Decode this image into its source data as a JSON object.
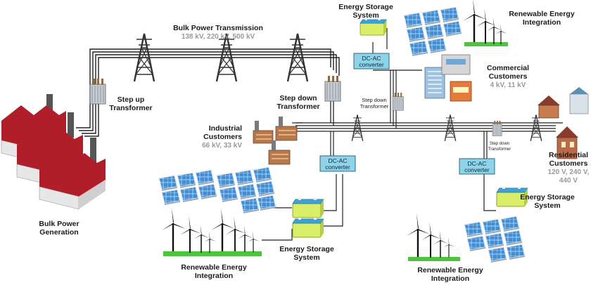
{
  "labels": {
    "bulk_power_transmission": "Bulk Power Transmission",
    "bulk_voltages": "138 kV, 220 kV, 500 kV",
    "bulk_generation_1": "Bulk Power",
    "bulk_generation_2": "Generation",
    "step_up_1": "Step up",
    "step_up_2": "Transformer",
    "step_down_1": "Step down",
    "step_down_2": "Transformer",
    "step_down_small_1": "Step down",
    "step_down_small_2": "Transformer",
    "step_down_tiny_1": "Step down",
    "step_down_tiny_2": "Transformer",
    "industrial_1": "Industrial",
    "industrial_2": "Customers",
    "industrial_voltages": "66 kV, 33 kV",
    "commercial_1": "Commercial",
    "commercial_2": "Customers",
    "commercial_voltages": "4 kV, 11 kV",
    "residential_1": "Residential",
    "residential_2": "Customers",
    "residential_voltages_1": "120 V, 240 V,",
    "residential_voltages_2": "440 V",
    "ess_top_1": "Energy Storage",
    "ess_top_2": "System",
    "ess_bottom_1": "Energy Storage",
    "ess_bottom_2": "System",
    "ess_right_1": "Energy Storage",
    "ess_right_2": "System",
    "renew_top_1": "Renewable Energy",
    "renew_top_2": "Integration",
    "renew_left_1": "Renewable Energy",
    "renew_left_2": "Integration",
    "renew_right_1": "Renewable Energy",
    "renew_right_2": "Integration",
    "converter_1": "DC-AC",
    "converter_2": "converter"
  },
  "colors": {
    "converter_fill": "#8fd3e8",
    "battery_body": "#d9ef6a",
    "battery_top": "#3aa4d8",
    "solar_panel": "#3f8fd8",
    "grass": "#4cc43c",
    "factory_roof": "#b01e2a",
    "sub_text": "#9a9a9a"
  }
}
